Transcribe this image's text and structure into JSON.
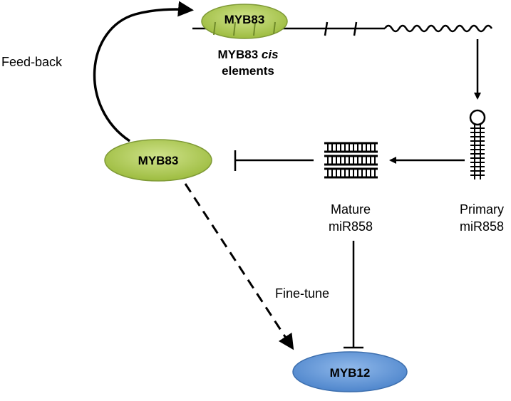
{
  "nodes": {
    "myb83_gene": {
      "label": "MYB83"
    },
    "myb83_protein": {
      "label": "MYB83"
    },
    "myb12": {
      "label": "MYB12"
    }
  },
  "labels": {
    "cis_line1_a": "MYB83 ",
    "cis_line1_b": "cis",
    "cis_line2": "elements",
    "feedback": "Feed-back",
    "mature_line1": "Mature",
    "mature_line2": "miR858",
    "primary_line1": "Primary",
    "primary_line2": "miR858",
    "finetune": "Fine-tune"
  },
  "colors": {
    "green_fill": "#a9c84a",
    "green_stroke": "#7f9a36",
    "blue_fill": "#5f95d8",
    "blue_stroke": "#3d6fae",
    "line": "#000000"
  }
}
